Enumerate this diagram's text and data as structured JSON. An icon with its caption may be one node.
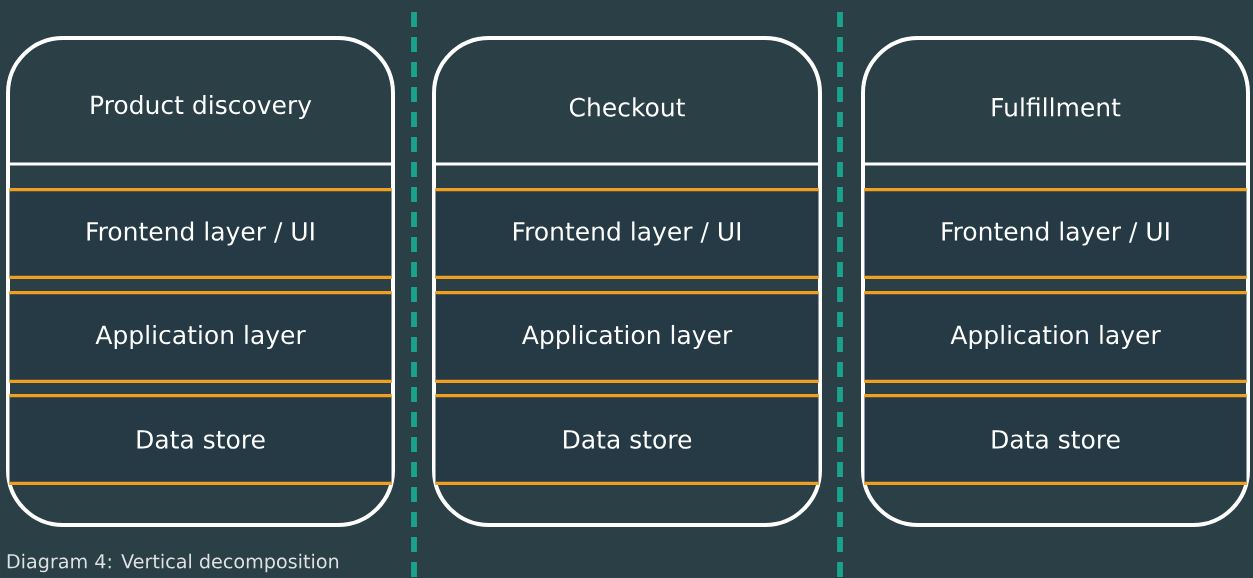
{
  "diagram": {
    "caption": "Diagram 4: Vertical decomposition",
    "nodes": [
      {
        "text": [
          "Product discovery"
        ]
      },
      {
        "text": [
          "Frontend layer / UI"
        ],
        "in": 0
      },
      {
        "text": [
          "Application layer"
        ],
        "in": 0
      },
      {
        "text": [
          "Data store"
        ],
        "in": 0
      },
      {
        "text": [
          "Checkout"
        ]
      },
      {
        "text": [
          "Frontend layer / UI"
        ],
        "in": 4
      },
      {
        "text": [
          "Application layer"
        ],
        "in": 4
      },
      {
        "text": [
          "Data store"
        ],
        "in": 4
      },
      {
        "text": [
          "Fulfillment"
        ]
      },
      {
        "text": [
          "Frontend layer / UI"
        ],
        "in": 8
      },
      {
        "text": [
          "Application layer"
        ],
        "in": 8
      },
      {
        "text": [
          "Data store"
        ],
        "in": 8
      }
    ]
  }
}
